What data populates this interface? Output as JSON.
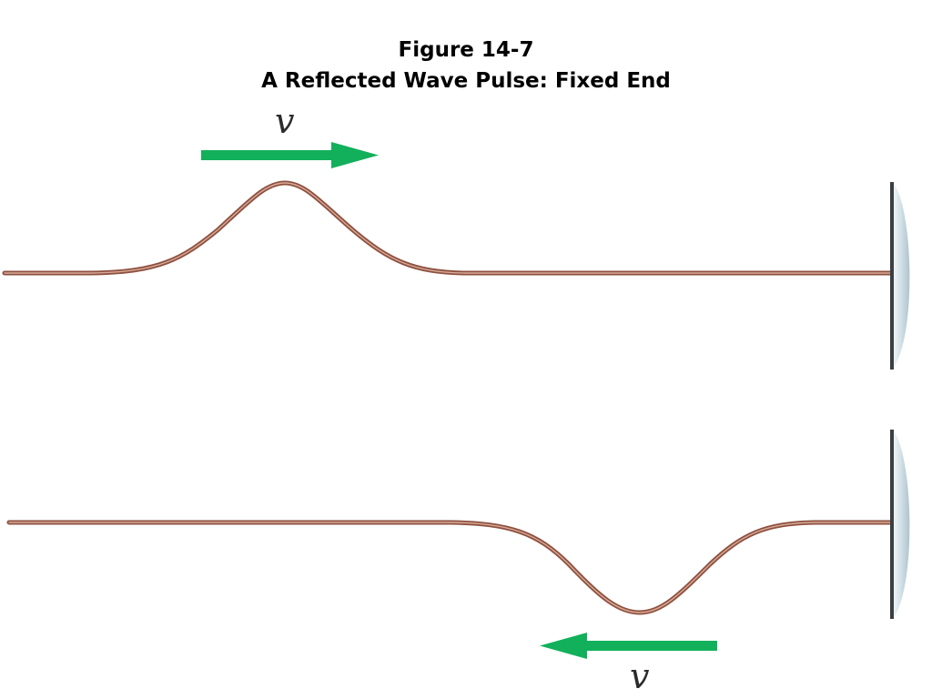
{
  "title": {
    "line1": "Figure 14-7",
    "line2": "A Reflected Wave Pulse: Fixed End"
  },
  "panels": [
    {
      "velocity_label": "v",
      "direction": "right",
      "pulse": "upward crest"
    },
    {
      "velocity_label": "v",
      "direction": "left",
      "pulse": "inverted trough"
    }
  ],
  "colors": {
    "arrow": "#12b05a",
    "string": "#9b5a45",
    "string_highlight": "#d9aa98",
    "wall_edge": "#3a3f44",
    "wall_shade": "#c9d8df"
  }
}
